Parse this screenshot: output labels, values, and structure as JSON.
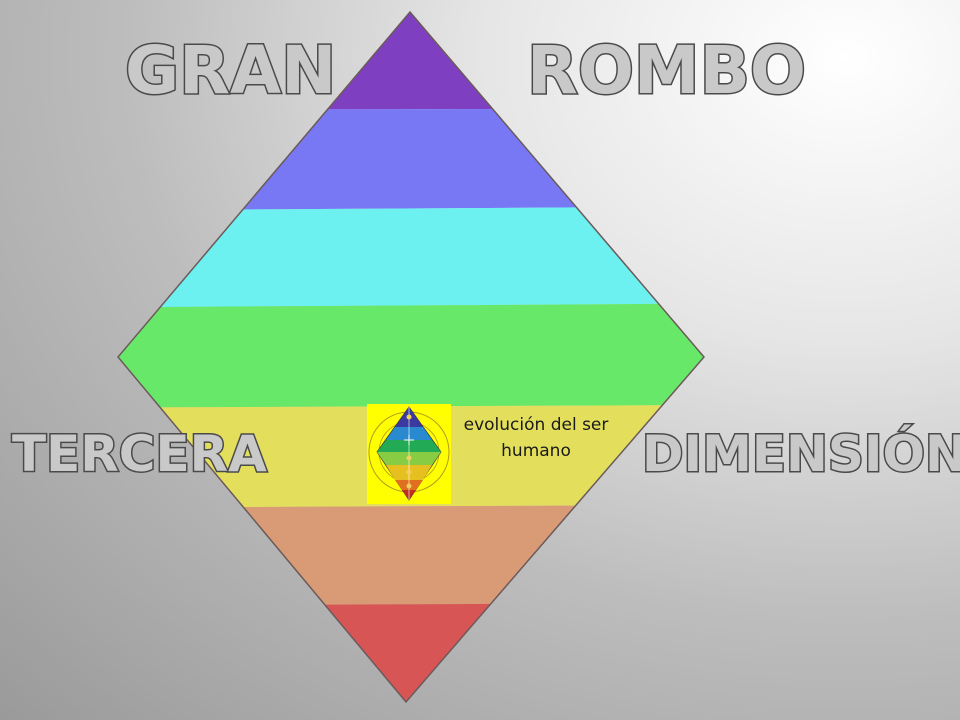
{
  "titles": {
    "top_left": "GRAN",
    "top_right": "ROMBO",
    "bottom_left": "TERCERA",
    "bottom_right": "DIMENSIÓN"
  },
  "caption": {
    "line1": "evolución del ser",
    "line2": "humano"
  },
  "bands": [
    {
      "color": "#7e3fc1"
    },
    {
      "color": "#7878f5"
    },
    {
      "color": "#6cf0f0"
    },
    {
      "color": "#68e868"
    },
    {
      "color": "#e3df5c"
    },
    {
      "color": "#d99a76"
    },
    {
      "color": "#d85555"
    }
  ],
  "thumbnail": {
    "background": "#ffff00"
  }
}
